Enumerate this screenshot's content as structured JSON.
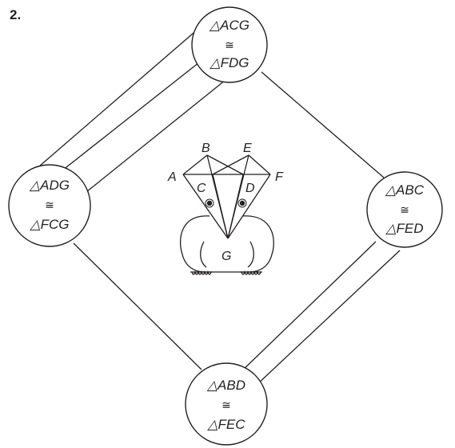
{
  "problem_number": "2.",
  "nodes": {
    "top": {
      "line1": "△ACG",
      "line2": "≅",
      "line3": "△FDG"
    },
    "left": {
      "line1": "△ADG",
      "line2": "≅",
      "line3": "△FCG"
    },
    "right": {
      "line1": "△ABC",
      "line2": "≅",
      "line3": "△FED"
    },
    "bottom": {
      "line1": "△ABD",
      "line2": "≅",
      "line3": "△FEC"
    }
  },
  "figure": {
    "labels": {
      "A": "A",
      "B": "B",
      "C": "C",
      "D": "D",
      "E": "E",
      "F": "F",
      "G": "G"
    }
  }
}
